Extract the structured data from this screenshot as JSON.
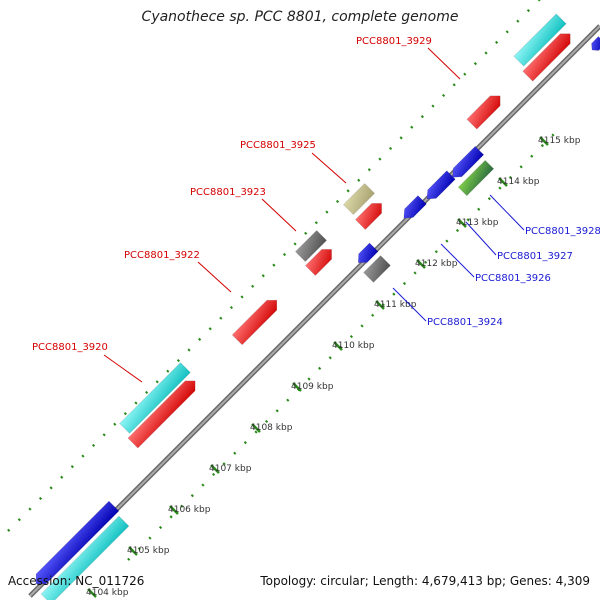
{
  "title": "Cyanothece sp. PCC 8801, complete genome",
  "footer": {
    "accession_label": "Accession:",
    "accession": "NC_011726",
    "topology_label": "Topology:",
    "topology": "circular",
    "length_label": "Length:",
    "length": "4,679,413 bp",
    "genes_label": "Genes:",
    "genes": "4,309"
  },
  "scale": {
    "ticks": [
      "4104 kbp",
      "4105 kbp",
      "4106 kbp",
      "4107 kbp",
      "4108 kbp",
      "4109 kbp",
      "4110 kbp",
      "4111 kbp",
      "4112 kbp",
      "4113 kbp",
      "4114 kbp",
      "4115 kbp"
    ],
    "tick_color": "#2a8a1a"
  },
  "genes": {
    "forward_labels": [
      "PCC8801_3920",
      "PCC8801_3922",
      "PCC8801_3923",
      "PCC8801_3925",
      "PCC8801_3929"
    ],
    "reverse_labels": [
      "PCC8801_3924",
      "PCC8801_3926",
      "PCC8801_3927",
      "PCC8801_3928"
    ]
  },
  "colors": {
    "forward_label": "#d40000",
    "reverse_label": "#1a1ad4",
    "backbone": "#888888",
    "cds_forward": "#ff1a1a",
    "cds_reverse": "#1a1aff",
    "rna": "#22e0e0",
    "pseudo": "#6e6e6e",
    "other": "#c0bb80",
    "mixed": "#4a8a2a"
  }
}
